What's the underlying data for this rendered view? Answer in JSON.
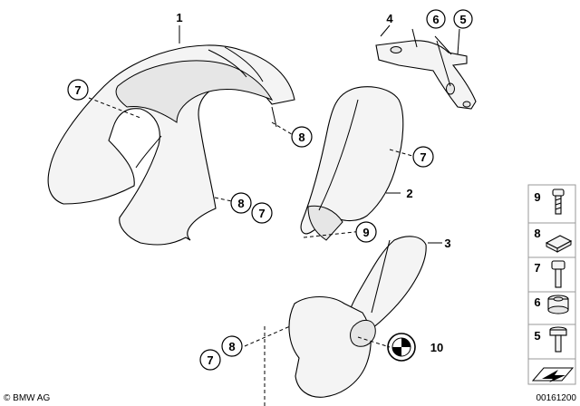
{
  "diagram": {
    "brand_text": "© BMW AG",
    "diagram_number": "00161200"
  },
  "callouts": {
    "p1": "1",
    "p2": "2",
    "p3": "3",
    "p4": "4",
    "p5": "5",
    "p6": "6",
    "c7a": "7",
    "c7b": "7",
    "c7c": "7",
    "c7d": "7",
    "c8a": "8",
    "c8b": "8",
    "c8c": "8",
    "c9": "9",
    "c10": "10"
  },
  "legend": {
    "items": [
      "9",
      "8",
      "7",
      "6",
      "5"
    ]
  }
}
